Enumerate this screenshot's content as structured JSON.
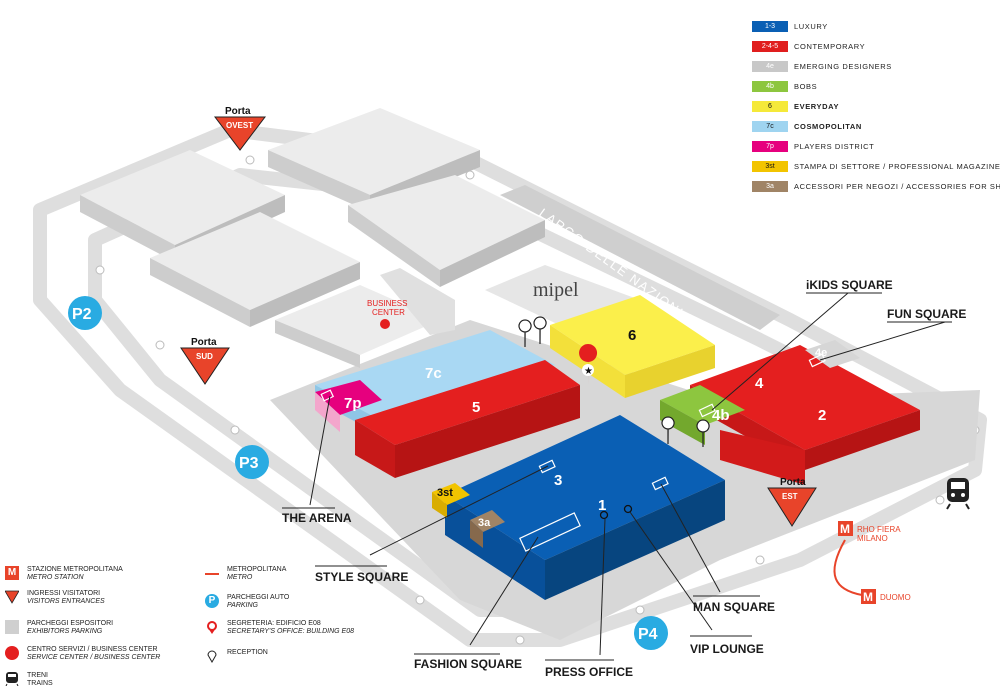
{
  "legend": [
    {
      "badge": "1-3",
      "label": "LUXURY",
      "color": "#0a5fb4"
    },
    {
      "badge": "2-4-5",
      "label": "CONTEMPORARY",
      "color": "#e01e1e"
    },
    {
      "badge": "4e",
      "label": "EMERGING DESIGNERS",
      "color": "#c8c8c8"
    },
    {
      "badge": "4b",
      "label": "BOBS",
      "color": "#8dc63f"
    },
    {
      "badge": "6",
      "label": "EVERYDAY",
      "color": "#f5e93a"
    },
    {
      "badge": "7c",
      "label": "COSMOPOLITAN",
      "color": "#9fd4f0"
    },
    {
      "badge": "7p",
      "label": "PLAYERS DISTRICT",
      "color": "#e6007e"
    },
    {
      "badge": "3st",
      "label": "STAMPA DI SETTORE / PROFESSIONAL MAGAZINES",
      "color": "#f2c400"
    },
    {
      "badge": "3a",
      "label": "ACCESSORI PER NEGOZI / ACCESSORIES FOR SHOP",
      "color": "#a08466"
    }
  ],
  "gates": {
    "ovest": {
      "top": "Porta",
      "bottom": "OVEST"
    },
    "sud": {
      "top": "Porta",
      "bottom": "SUD"
    },
    "est": {
      "top": "Porta",
      "bottom": "EST"
    }
  },
  "parking": {
    "p2": "P2",
    "p3": "P3",
    "p4": "P4"
  },
  "halls": {
    "h1": "1",
    "h2": "2",
    "h3": "3",
    "h4": "4",
    "h4b": "4b",
    "h4e": "4e",
    "h5": "5",
    "h6": "6",
    "h7c": "7c",
    "h7p": "7p",
    "h3st": "3st",
    "h3a": "3a"
  },
  "places": {
    "largo": "LARGO DELLE NAZIONI",
    "mipel": "mipel",
    "business_line1": "BUSINESS",
    "business_line2": "CENTER",
    "ikids": "iKIDS SQUARE",
    "fun": "FUN SQUARE",
    "arena": "THE ARENA",
    "style": "STYLE SQUARE",
    "fashion": "FASHION SQUARE",
    "press": "PRESS OFFICE",
    "vip": "VIP LOUNGE",
    "man": "MAN SQUARE"
  },
  "metro": {
    "rho1": "RHO FIERA",
    "rho2": "MILANO",
    "duomo": "DUOMO",
    "icon_letter": "M"
  },
  "key": [
    {
      "l1": "STAZIONE METROPOLITANA",
      "l2": "METRO STATION",
      "icon": "metro-station-icon"
    },
    {
      "l1": "INGRESSI VISITATORI",
      "l2": "VISITORS ENTRANCES",
      "icon": "entrance-triangle-icon"
    },
    {
      "l1": "PARCHEGGI ESPOSITORI",
      "l2": "EXHIBITORS PARKING",
      "icon": "exhibitors-parking-icon"
    },
    {
      "l1": "CENTRO SERVIZI / BUSINESS CENTER",
      "l2": "SERVICE CENTER / BUSINESS CENTER",
      "icon": "service-center-dot-icon"
    },
    {
      "l1": "TRENI",
      "l2": "TRAINS",
      "icon": "train-icon"
    },
    {
      "l1": "METROPOLITANA",
      "l2": "METRO",
      "icon": "metro-line-icon"
    },
    {
      "l1": "PARCHEGGI AUTO",
      "l2": "PARKING",
      "icon": "parking-icon"
    },
    {
      "l1": "SEGRETERIA: EDIFICIO E08",
      "l2": "SECRETARY'S OFFICE: BUILDING E08",
      "icon": "secretary-star-icon"
    },
    {
      "l1": "RECEPTION",
      "l2": "",
      "icon": "reception-pin-icon"
    }
  ]
}
